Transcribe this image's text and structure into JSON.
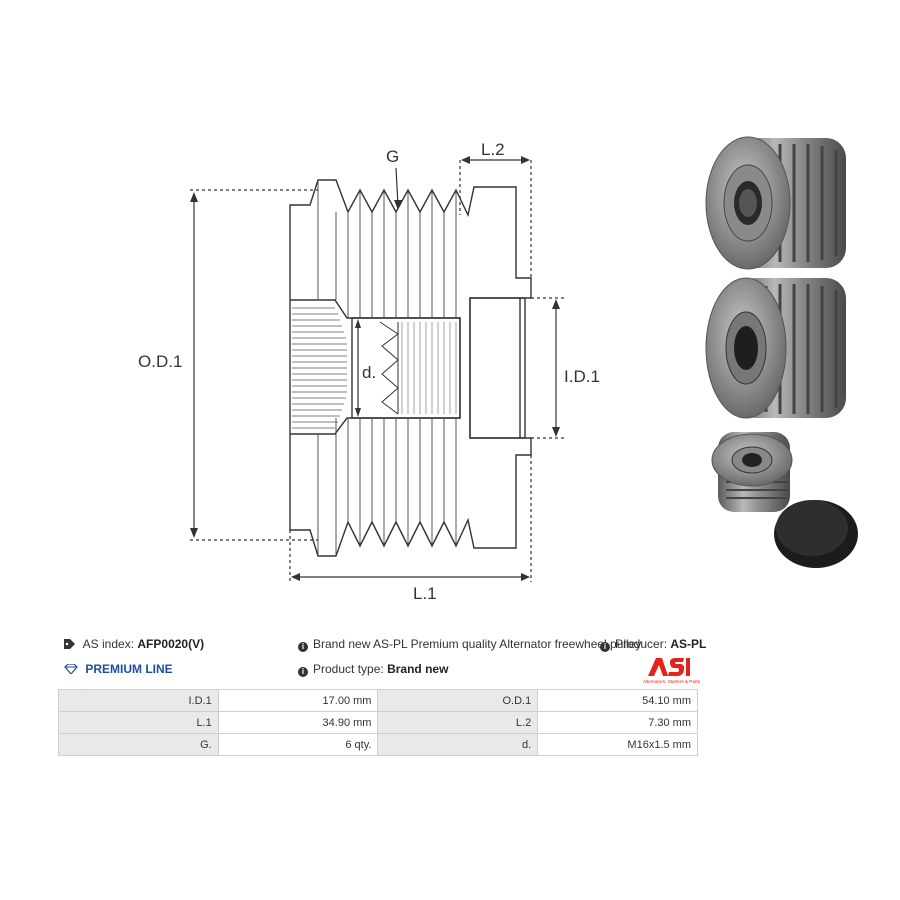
{
  "diagram": {
    "labels": {
      "g": "G",
      "l2": "L.2",
      "od1": "O.D.1",
      "id1": "I.D.1",
      "d": "d.",
      "l1": "L.1"
    }
  },
  "photos": [
    "pulley-front-view",
    "pulley-side-view",
    "small-pulley-with-cap"
  ],
  "header": {
    "as_index_label": "AS index:",
    "as_index_value": "AFP0020(V)",
    "premium_line": "PREMIUM LINE",
    "description": "Brand new AS-PL Premium quality Alternator freewheel pulley",
    "producer_label": "Producer:",
    "producer_value": "AS-PL",
    "product_type_label": "Product type:",
    "product_type_value": "Brand new"
  },
  "logo": {
    "mark": "AS",
    "tagline": "Alternators, Starters & Parts"
  },
  "specs": [
    {
      "k1": "I.D.1",
      "v1": "17.00 mm",
      "k2": "O.D.1",
      "v2": "54.10 mm"
    },
    {
      "k1": "L.1",
      "v1": "34.90 mm",
      "k2": "L.2",
      "v2": "7.30 mm"
    },
    {
      "k1": "G.",
      "v1": "6 qty.",
      "k2": "d.",
      "v2": "M16x1.5 mm"
    }
  ],
  "colors": {
    "accent_red": "#e2231a",
    "premium_blue": "#1f4e9c"
  }
}
